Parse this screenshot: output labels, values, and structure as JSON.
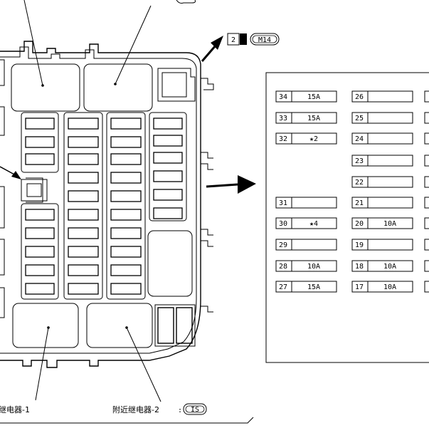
{
  "connector_tag": {
    "number": "2",
    "code": "M14"
  },
  "relay_labels": [
    {
      "text": "继电器-1"
    },
    {
      "text": "附近继电器-2"
    }
  ],
  "bottom_tag": "IS",
  "fuse_columns": [
    [
      {
        "num": "34",
        "rating": "15A"
      },
      {
        "num": "33",
        "rating": "15A"
      },
      {
        "num": "32",
        "rating": "★2"
      },
      null,
      null,
      {
        "num": "31",
        "rating": ""
      },
      {
        "num": "30",
        "rating": "★4"
      },
      {
        "num": "29",
        "rating": ""
      },
      {
        "num": "28",
        "rating": "10A"
      },
      {
        "num": "27",
        "rating": "15A"
      }
    ],
    [
      {
        "num": "26",
        "rating": ""
      },
      {
        "num": "25",
        "rating": ""
      },
      {
        "num": "24",
        "rating": ""
      },
      {
        "num": "23",
        "rating": ""
      },
      {
        "num": "22",
        "rating": ""
      },
      {
        "num": "21",
        "rating": ""
      },
      {
        "num": "20",
        "rating": "10A"
      },
      {
        "num": "19",
        "rating": ""
      },
      {
        "num": "18",
        "rating": "10A"
      },
      {
        "num": "17",
        "rating": "10A"
      }
    ]
  ]
}
